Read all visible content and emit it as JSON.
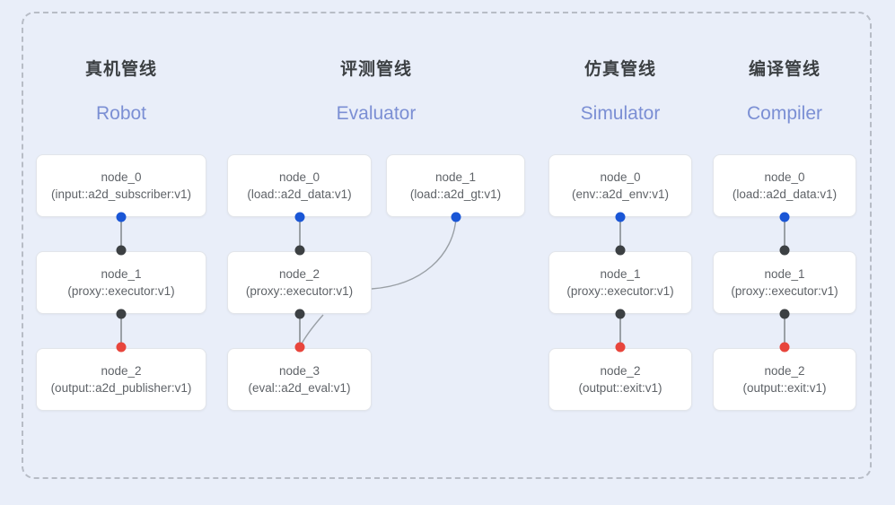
{
  "frame": {
    "border_style": "dashed",
    "border_color": "#b7bcc6",
    "background": "#e9eef9"
  },
  "palette": {
    "node_fill": "#ffffff",
    "node_border": "#e2e5ea",
    "text": "#5f6368",
    "title": "#3c4043",
    "subtitle": "#7b8fd4",
    "port_input": "#1a56d6",
    "port_link": "#3c4043",
    "port_output": "#e8453c",
    "edge": "#9aa0a6"
  },
  "columns": [
    {
      "title": "真机管线",
      "subtitle": "Robot",
      "nodes": [
        {
          "name": "node_0",
          "type": "(input::a2d_subscriber:v1)"
        },
        {
          "name": "node_1",
          "type": "(proxy::executor:v1)"
        },
        {
          "name": "node_2",
          "type": "(output::a2d_publisher:v1)"
        }
      ]
    },
    {
      "title": "评测管线",
      "subtitle": "Evaluator",
      "nodes": [
        {
          "name": "node_0",
          "type": "(load::a2d_data:v1)"
        },
        {
          "name": "node_1",
          "type": "(load::a2d_gt:v1)"
        },
        {
          "name": "node_2",
          "type": "(proxy::executor:v1)"
        },
        {
          "name": "node_3",
          "type": "(eval::a2d_eval:v1)"
        }
      ]
    },
    {
      "title": "仿真管线",
      "subtitle": "Simulator",
      "nodes": [
        {
          "name": "node_0",
          "type": "(env::a2d_env:v1)"
        },
        {
          "name": "node_1",
          "type": "(proxy::executor:v1)"
        },
        {
          "name": "node_2",
          "type": "(output::exit:v1)"
        }
      ]
    },
    {
      "title": "编译管线",
      "subtitle": "Compiler",
      "nodes": [
        {
          "name": "node_0",
          "type": "(load::a2d_data:v1)"
        },
        {
          "name": "node_1",
          "type": "(proxy::executor:v1)"
        },
        {
          "name": "node_2",
          "type": "(output::exit:v1)"
        }
      ]
    }
  ]
}
